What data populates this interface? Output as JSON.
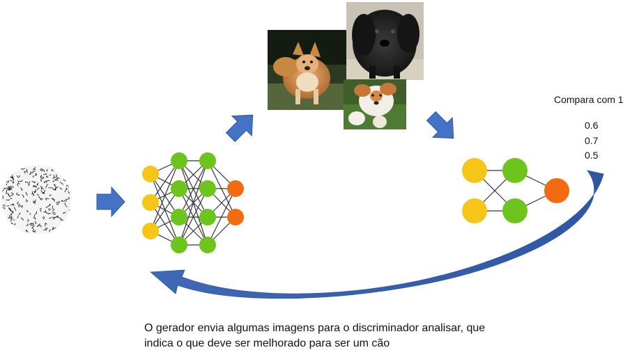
{
  "annotation": {
    "compare_label": "Compara com 1",
    "scores": [
      "0.6",
      "0.7",
      "0.5"
    ]
  },
  "caption": {
    "line1": "O gerador envia algumas imagens para o discriminador analisar, que",
    "line2": "indica o que deve ser melhorado para ser um cão"
  },
  "colors": {
    "input_node": "#f5c518",
    "hidden_node": "#6cc41c",
    "output_node": "#f26b10",
    "arrow": "#4472c4",
    "edge": "#333333"
  },
  "icons": {
    "noise": "random-noise-circle-icon",
    "generator": "generator-neural-network-icon",
    "discriminator": "discriminator-neural-network-icon",
    "images": "generated-dog-photos-icon"
  }
}
